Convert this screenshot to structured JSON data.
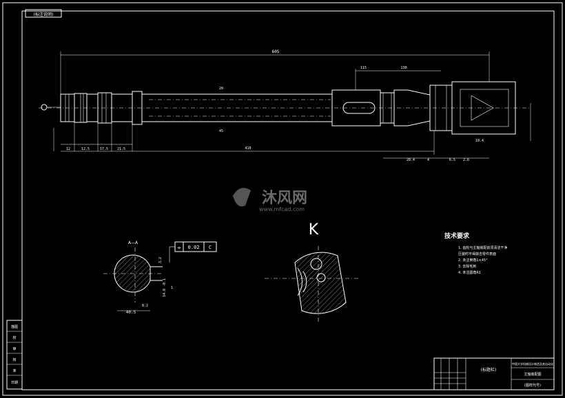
{
  "sheet": {
    "corner_label": "(标注说明)"
  },
  "dimensions": {
    "overall_length": "605",
    "main_length": "410",
    "len_115": "115",
    "len_130": "130",
    "d_20": "20",
    "d_45": "45",
    "seg_12a": "12",
    "seg_12b": "12.5",
    "seg_17_5": "17.5",
    "seg_21": "21.5",
    "seg_28": "28.4",
    "seg_10_4": "10.4",
    "seg_4": "4",
    "seg_6_5": "6.5",
    "seg_2_6": "2.6"
  },
  "section": {
    "label": "A—A",
    "width_dim": "40.5",
    "depth_dim": "8.2",
    "tol_dim": "1",
    "fit_dim": "14.0 -0.1",
    "tolerance_symbol": "⌯",
    "tolerance_value": "0.02",
    "datum": "C",
    "roughness": "3.2"
  },
  "detail": {
    "label": "K"
  },
  "watermark": {
    "brand_cn": "沐风网",
    "brand_url": "www.mfcad.com"
  },
  "technical_requirements": {
    "title": "技术要求",
    "items": [
      "1. 齿轮与主轴装配前须清洁干净",
      "   压装时不得敲击零件表面",
      "2. 未注倒角1×45°",
      "3. 去除毛刺",
      "4. 未注圆角R1"
    ]
  },
  "title_block": {
    "school": "中国大学机械设计制造及其自动化",
    "part_name": "主轴装配图",
    "drawing_label": "(标题栏)",
    "drawing_no": "(图样代号)"
  },
  "side_block": {
    "cells": [
      "描图",
      "校",
      "审",
      "核",
      "准",
      "日期"
    ]
  }
}
